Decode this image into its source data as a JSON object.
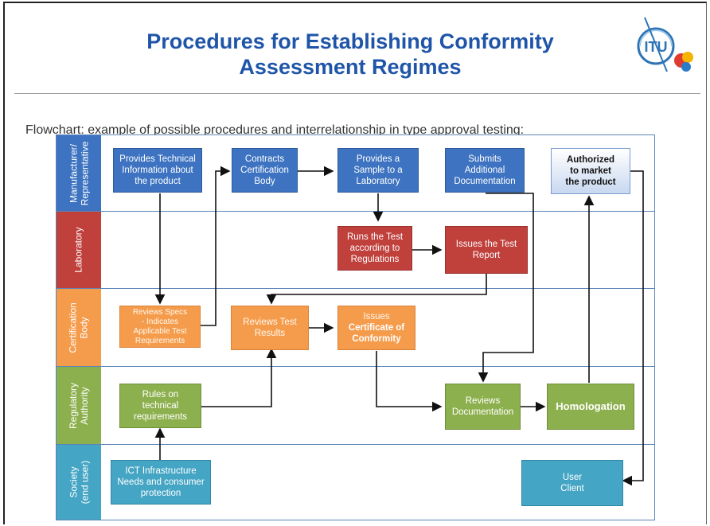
{
  "slide": {
    "title_line1": "Procedures for Establishing  Conformity",
    "title_line2": "Assessment Regimes",
    "subtitle": "Flowchart: example of possible procedures and interrelationship in type approval testing:",
    "logo_text": "ITU"
  },
  "lanes": [
    {
      "label": "Manufacturer/\nRepresentative",
      "color": "#3d73c1"
    },
    {
      "label": "Laboratory",
      "color": "#c0403c"
    },
    {
      "label": "Certification\nBody",
      "color": "#f59c4c"
    },
    {
      "label": "Regulatory\nAuthority",
      "color": "#8db04e"
    },
    {
      "label": "Society\n(end user)",
      "color": "#45a5c4"
    }
  ],
  "boxes": {
    "provides_info": "Provides Technical\nInformation about\nthe product",
    "contracts": "Contracts\nCertification\nBody",
    "provides_sample": "Provides a\nSample to a\nLaboratory",
    "submits_docs": "Submits\nAdditional\nDocumentation",
    "authorized": "Authorized\nto market\nthe product",
    "runs_test": "Runs the Test\naccording to\nRegulations",
    "issues_report": "Issues the Test\nReport",
    "reviews_specs": "Reviews Specs\n- Indicates\nApplicable Test\nRequirements",
    "reviews_results": "Reviews Test\nResults",
    "issues_cert_line1": "Issues",
    "issues_cert_line2": "Certificate of\nConformity",
    "rules": "Rules on\ntechnical\nrequirements",
    "reviews_docs": "Reviews\nDocumentation",
    "homologation": "Homologation",
    "ict": "ICT Infrastructure\nNeeds and consumer\nprotection",
    "user_client": "User\nClient"
  }
}
